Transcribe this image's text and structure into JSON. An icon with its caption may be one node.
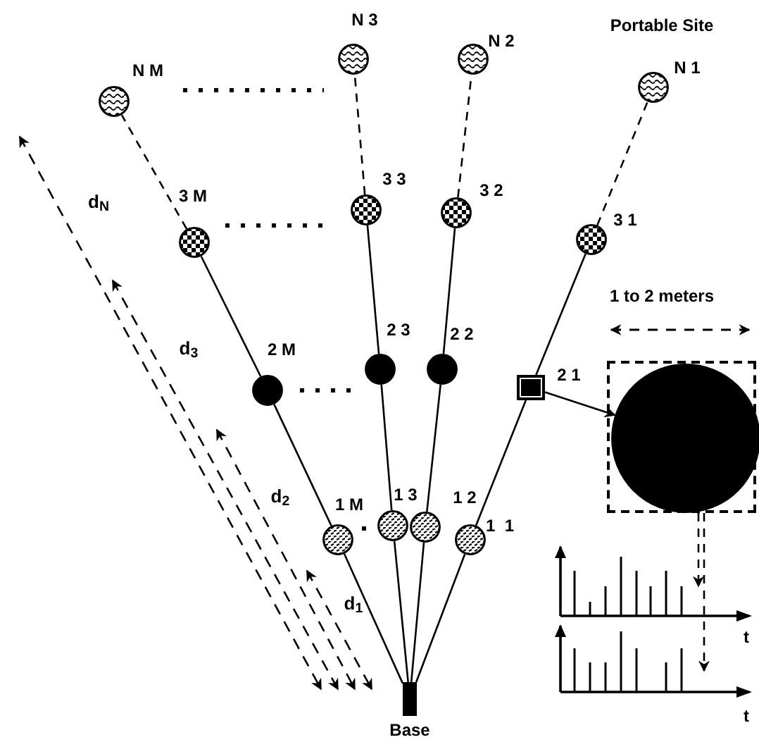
{
  "diagram": {
    "nodes": [
      {
        "text": [
          "Base"
        ]
      },
      {
        "text": [],
        "shape": "circle",
        "beside": [
          "1 M"
        ]
      },
      {
        "text": [],
        "shape": "circle",
        "beside": [
          "1 3"
        ]
      },
      {
        "text": [],
        "shape": "circle",
        "beside": [
          "1 2"
        ]
      },
      {
        "text": [],
        "shape": "circle",
        "beside": [
          "1  1"
        ]
      },
      {
        "text": [],
        "shape": "circle",
        "beside": [
          "2 M"
        ]
      },
      {
        "text": [],
        "shape": "circle",
        "beside": [
          "2 3"
        ]
      },
      {
        "text": [],
        "shape": "circle",
        "beside": [
          "2 2"
        ]
      },
      {
        "text": [],
        "shape": "box",
        "beside": [
          "2 1"
        ]
      },
      {
        "text": [],
        "shape": "circle",
        "beside": [
          "3 M"
        ]
      },
      {
        "text": [],
        "shape": "circle",
        "beside": [
          "3 3"
        ]
      },
      {
        "text": [],
        "shape": "circle",
        "beside": [
          "3 2"
        ]
      },
      {
        "text": [],
        "shape": "circle",
        "beside": [
          "3 1"
        ]
      },
      {
        "text": [],
        "shape": "circle",
        "beside": [
          "N M"
        ]
      },
      {
        "text": [],
        "shape": "circle",
        "beside": [
          "N 3"
        ]
      },
      {
        "text": [],
        "shape": "circle",
        "beside": [
          "N 2"
        ]
      },
      {
        "text": [],
        "shape": "circle",
        "beside": [
          "N 1"
        ]
      },
      {
        "text": [],
        "shape": "box"
      },
      {
        "text": [],
        "shape": "circle",
        "in": 17
      }
    ],
    "edges": [
      {
        "from": 0,
        "to": 1,
        "arrow": "none"
      },
      {
        "from": 0,
        "to": 2,
        "arrow": "none"
      },
      {
        "from": 0,
        "to": 3,
        "arrow": "none"
      },
      {
        "from": 0,
        "to": 4,
        "arrow": "none"
      },
      {
        "from": 1,
        "to": 5,
        "arrow": "none"
      },
      {
        "from": 2,
        "to": 6,
        "arrow": "none"
      },
      {
        "from": 3,
        "to": 7,
        "arrow": "none"
      },
      {
        "from": 4,
        "to": 8,
        "arrow": "none"
      },
      {
        "from": 5,
        "to": 9,
        "arrow": "none"
      },
      {
        "from": 6,
        "to": 10,
        "arrow": "none"
      },
      {
        "from": 7,
        "to": 11,
        "arrow": "none"
      },
      {
        "from": 8,
        "to": 12,
        "arrow": "none"
      },
      {
        "from": 9,
        "to": 13,
        "arrow": "none",
        "style": "dashed"
      },
      {
        "from": 10,
        "to": 14,
        "arrow": "none",
        "style": "dashed"
      },
      {
        "from": 11,
        "to": 15,
        "arrow": "none",
        "style": "dashed"
      },
      {
        "from": 12,
        "to": 16,
        "arrow": "none",
        "style": "dashed"
      },
      {
        "from": 8,
        "to": 18,
        "arrow": "to"
      },
      {
        "from": 17,
        "to": null,
        "arrow": "to",
        "style": "dashed"
      },
      {
        "from": 17,
        "to": null,
        "arrow": "to",
        "style": "dashed"
      }
    ],
    "labels": [
      "Portable Site",
      "1 to 2 meters",
      "d$_{N}$",
      "d$_{3}$",
      "d$_{2}$",
      "d$_{1}$",
      "t",
      "t"
    ]
  }
}
